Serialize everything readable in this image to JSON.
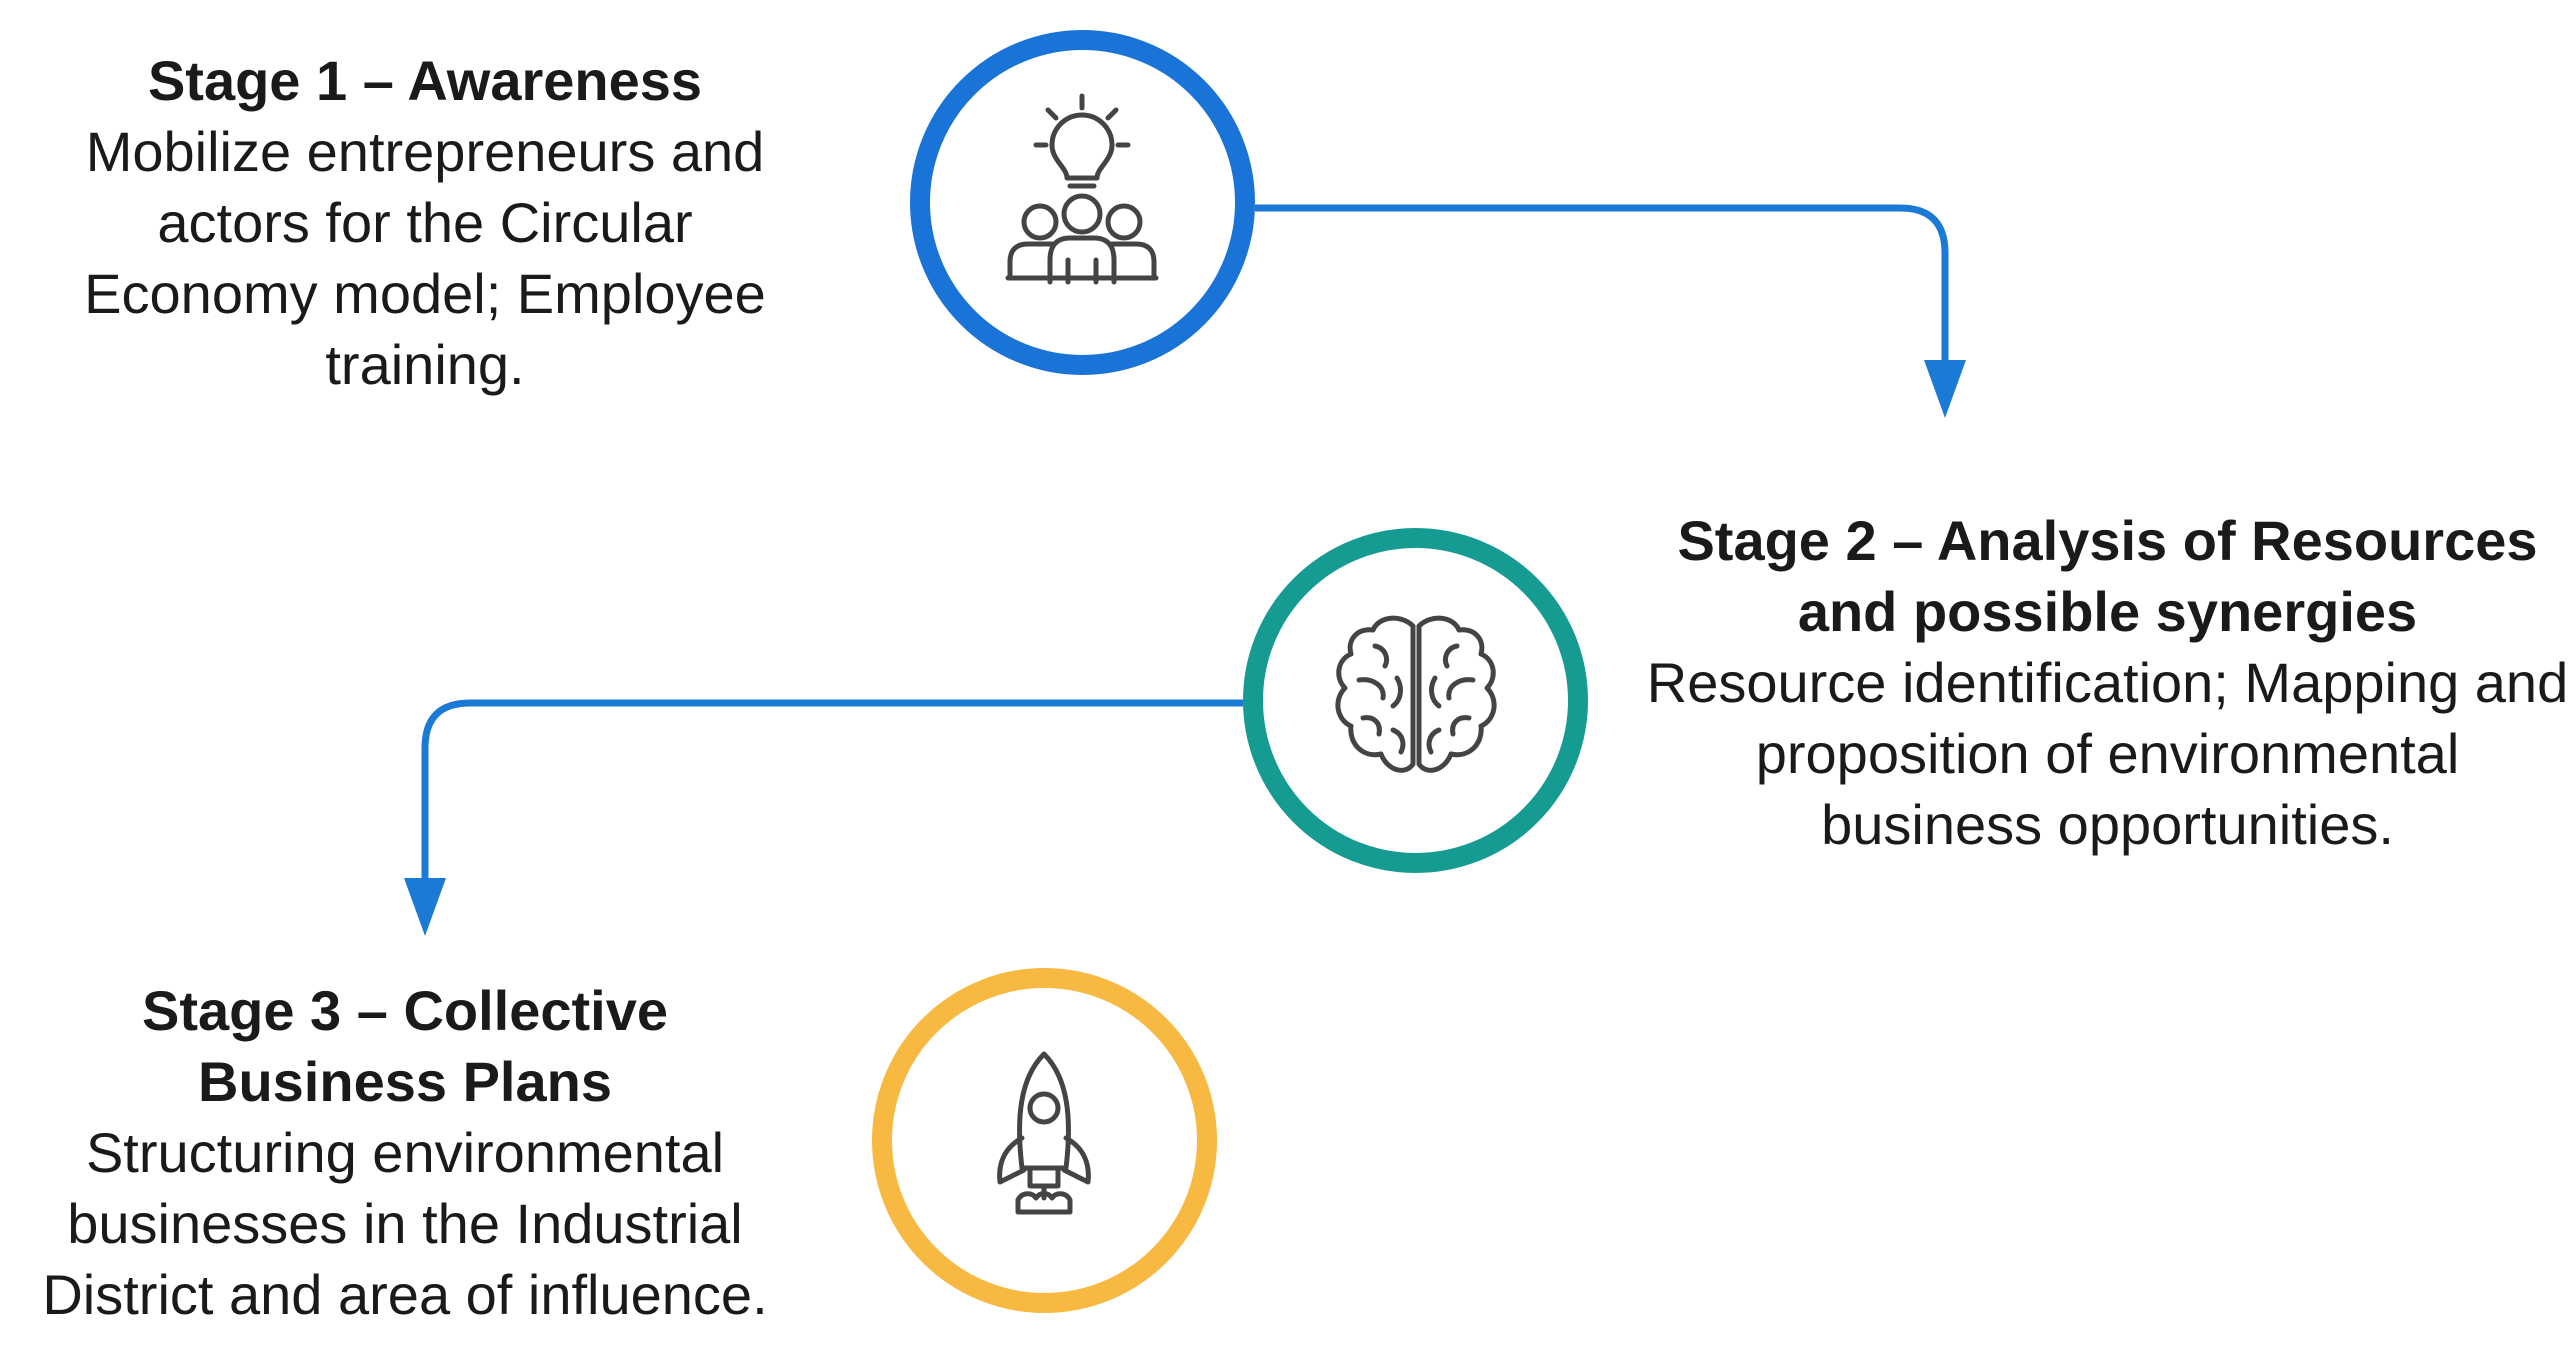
{
  "colors": {
    "stage1_ring": "#1a73d6",
    "stage2_ring": "#169b93",
    "stage3_ring": "#f7b942",
    "connector": "#1a7ad6",
    "icon_stroke": "#444444"
  },
  "stages": [
    {
      "title": "Stage 1 – Awareness",
      "description": "Mobilize entrepreneurs and actors for the Circular Economy model; Employee training.",
      "icon": "lightbulb-people-icon"
    },
    {
      "title": "Stage 2 – Analysis of Resources and possible synergies",
      "description": "Resource identification; Mapping and proposition of environmental business opportunities.",
      "icon": "brain-icon"
    },
    {
      "title": "Stage 3 – Collective Business Plans",
      "description": "Structuring environmental businesses in the Industrial District and area of influence.",
      "icon": "rocket-icon"
    }
  ]
}
